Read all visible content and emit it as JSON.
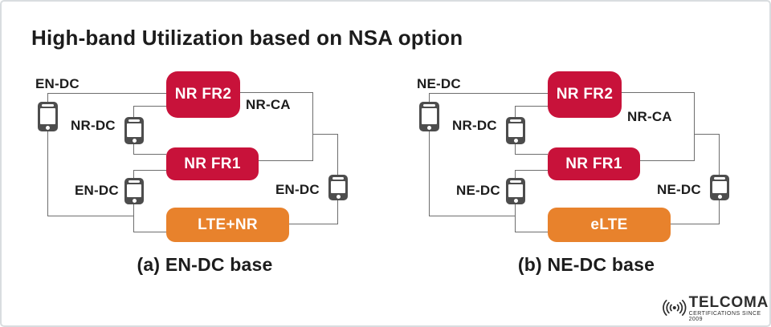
{
  "title": "High-band Utilization based on NSA option",
  "diagrams": [
    {
      "caption": "(a) EN-DC base",
      "boxes": {
        "fr2": "NR FR2",
        "fr1": "NR FR1",
        "base": "LTE+NR"
      },
      "labels": {
        "top_left": "EN-DC",
        "mid": "NR-DC",
        "bottom_left": "EN-DC",
        "right": "EN-DC",
        "ca": "NR-CA"
      }
    },
    {
      "caption": "(b) NE-DC base",
      "boxes": {
        "fr2": "NR FR2",
        "fr1": "NR FR1",
        "base": "eLTE"
      },
      "labels": {
        "top_left": "NE-DC",
        "mid": "NR-DC",
        "bottom_left": "NE-DC",
        "right": "NE-DC",
        "ca": "NR-CA"
      }
    }
  ],
  "logo": {
    "name": "TELCOMA",
    "tagline": "CERTIFICATIONS SINCE 2009"
  },
  "colors": {
    "red": "#c8123a",
    "orange": "#e8822c",
    "line": "#6e6e6e",
    "phone": "#4d4d4d",
    "text": "#1c1c1c",
    "logo": "#2d2d2d"
  }
}
